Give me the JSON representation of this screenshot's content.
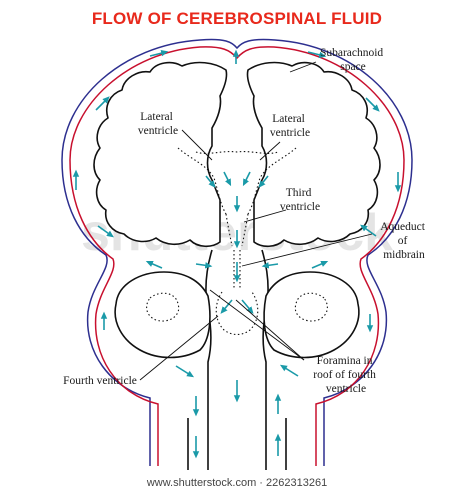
{
  "title": "FLOW OF CEREBROSPINAL FLUID",
  "labels": {
    "subarachnoid_space": [
      "Subarachnoid",
      "space"
    ],
    "lateral_ventricle_left": [
      "Lateral",
      "ventricle"
    ],
    "lateral_ventricle_right": [
      "Lateral",
      "ventricle"
    ],
    "third_ventricle": [
      "Third",
      "ventricle"
    ],
    "aqueduct": [
      "Aqueduct",
      "of",
      "midbrain"
    ],
    "fourth_ventricle": [
      "Fourth ventricle"
    ],
    "foramina": [
      "Foramina in",
      "roof of fourth",
      "ventricle"
    ]
  },
  "watermark": "shutterstock",
  "footer": "www.shutterstock.com · 2262313261",
  "colors": {
    "title": "#e8291c",
    "pia_outline": "#c8102e",
    "arachnoid_outline": "#2d2f8f",
    "csf_flow_arrows": "#1a9aa8",
    "brain_outline": "#111111"
  }
}
